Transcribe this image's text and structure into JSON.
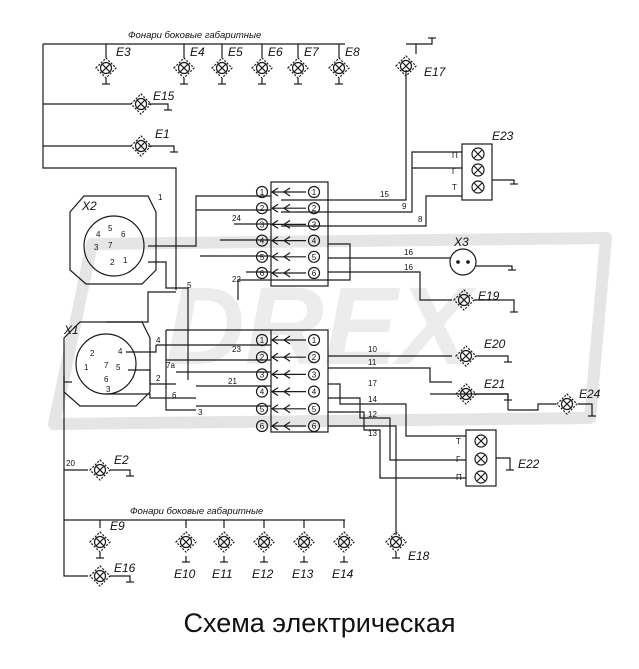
{
  "caption": "Схема электрическая",
  "watermark": "DREX",
  "headers": {
    "top": "Фонари боковые габаритные",
    "bottom": "Фонари боковые габаритные"
  },
  "lamps": {
    "E1": "E1",
    "E2": "E2",
    "E3": "E3",
    "E4": "E4",
    "E5": "E5",
    "E6": "E6",
    "E7": "E7",
    "E8": "E8",
    "E9": "E9",
    "E10": "E10",
    "E11": "E11",
    "E12": "E12",
    "E13": "E13",
    "E14": "E14",
    "E15": "E15",
    "E16": "E16",
    "E17": "E17",
    "E18": "E18",
    "E19": "E19",
    "E20": "E20",
    "E21": "E21",
    "E24": "E24"
  },
  "units": {
    "E22": "E22",
    "E23": "E23"
  },
  "connectors": {
    "X1": "X1",
    "X2": "X2",
    "X3": "X3",
    "x1_pins": [
      "2",
      "4",
      "1",
      "7",
      "5",
      "6",
      "3"
    ],
    "x2_pins": [
      "4",
      "5",
      "6",
      "3",
      "7",
      "2",
      "1"
    ]
  },
  "unit_pins": {
    "E23": [
      "П",
      "Г",
      "Т"
    ],
    "E22": [
      "Т",
      "Г",
      "П"
    ]
  },
  "terminals_upper": [
    "1",
    "2",
    "3",
    "4",
    "5",
    "6"
  ],
  "terminals_lower": [
    "1",
    "2",
    "3",
    "4",
    "5",
    "6"
  ],
  "wire_numbers": {
    "w15": "15",
    "w9": "9",
    "w8": "8",
    "w24": "24",
    "w16a": "16",
    "w16b": "16",
    "w22": "22",
    "w23": "23",
    "w5": "5",
    "w4": "4",
    "w7a": "7а",
    "w2": "2",
    "w21": "21",
    "w6": "6",
    "w3": "3",
    "w10": "10",
    "w11": "11",
    "w17": "17",
    "w14": "14",
    "w12": "12",
    "w13": "13",
    "w20": "20",
    "w1": "1"
  }
}
